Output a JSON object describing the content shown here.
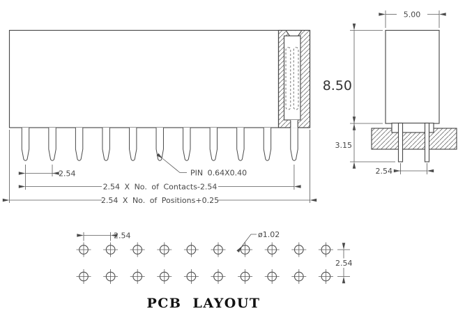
{
  "colors": {
    "line": "#4a4a4a",
    "dim_text": "#474747",
    "title_text": "#111111",
    "background": "#ffffff"
  },
  "front_view": {
    "pin_count": 11,
    "pin_pitch_label": "2.54",
    "pin_size_label": "PIN 0.64X0.40",
    "contacts_width_label": "2.54 X No. of Contacts-2.54",
    "positions_width_label": "2.54 X No. of Positions+0.25"
  },
  "side_view": {
    "body_width_label": "5.00",
    "body_height_label": "8.50",
    "pin_below_board_label": "3.15",
    "row_pitch_label": "2.54"
  },
  "pcb_layout": {
    "title": "PCB LAYOUT",
    "rows": 2,
    "columns": 10,
    "hole_pitch_x_label": "2.54",
    "hole_pitch_y_label": "2.54",
    "hole_diameter_label": "ø1.02"
  }
}
